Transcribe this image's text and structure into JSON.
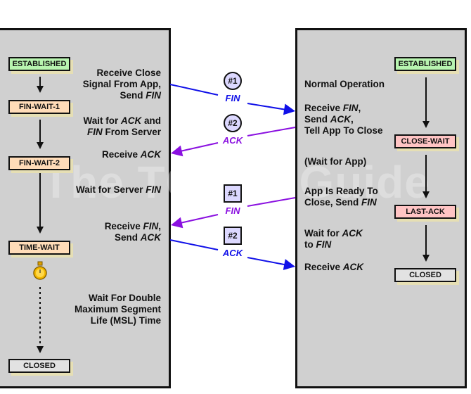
{
  "watermark": "The TCP/IP Guide",
  "colors": {
    "established": "#b8f4b0",
    "client_state": "#ffdcb8",
    "server_state": "#ffc4c4",
    "closed": "#e2e2e2",
    "fin_blue": "#1010e8",
    "ack_purple": "#8a10e0",
    "badge_fill": "#dcd8ff"
  },
  "client": {
    "states": [
      "ESTABLISHED",
      "FIN-WAIT-1",
      "FIN-WAIT-2",
      "TIME-WAIT",
      "CLOSED"
    ],
    "timer_icon": "stopwatch-icon",
    "labels": [
      [
        [
          [
            "Receive Close",
            0
          ]
        ],
        [
          [
            "Signal From App,",
            0
          ]
        ],
        [
          [
            "Send ",
            0
          ],
          [
            "FIN",
            1
          ]
        ]
      ],
      [
        [
          [
            "Wait for ",
            0
          ],
          [
            "ACK",
            1
          ],
          [
            " and",
            0
          ]
        ],
        [
          [
            "FIN",
            1
          ],
          [
            " From Server",
            0
          ]
        ]
      ],
      [
        [
          [
            "Receive ",
            0
          ],
          [
            "ACK",
            1
          ]
        ]
      ],
      [
        [
          [
            "Wait for Server ",
            0
          ],
          [
            "FIN",
            1
          ]
        ]
      ],
      [
        [
          [
            "Receive ",
            0
          ],
          [
            "FIN",
            1
          ],
          [
            ",",
            0
          ]
        ],
        [
          [
            "Send ",
            0
          ],
          [
            "ACK",
            1
          ]
        ]
      ],
      [
        [
          [
            "Wait For Double",
            0
          ]
        ],
        [
          [
            "Maximum Segment",
            0
          ]
        ],
        [
          [
            "Life (MSL) Time",
            0
          ]
        ]
      ]
    ]
  },
  "server": {
    "states": [
      "ESTABLISHED",
      "CLOSE-WAIT",
      "LAST-ACK",
      "CLOSED"
    ],
    "labels": [
      [
        [
          [
            "Normal Operation",
            0
          ]
        ]
      ],
      [
        [
          [
            "Receive ",
            0
          ],
          [
            "FIN",
            1
          ],
          [
            ",",
            0
          ]
        ],
        [
          [
            "Send ",
            0
          ],
          [
            "ACK",
            1
          ],
          [
            ",",
            0
          ]
        ],
        [
          [
            "Tell App To Close",
            0
          ]
        ]
      ],
      [
        [
          [
            "(Wait for App)",
            0
          ]
        ]
      ],
      [
        [
          [
            "App Is Ready To",
            0
          ]
        ],
        [
          [
            "Close, Send ",
            0
          ],
          [
            "FIN",
            1
          ]
        ]
      ],
      [
        [
          [
            "Wait for ",
            0
          ],
          [
            "ACK",
            1
          ]
        ],
        [
          [
            "to ",
            0
          ],
          [
            "FIN",
            1
          ]
        ]
      ],
      [
        [
          [
            "Receive ",
            0
          ],
          [
            "ACK",
            1
          ]
        ]
      ]
    ]
  },
  "messages": [
    {
      "badge": "#1",
      "shape": "circle",
      "type": "FIN",
      "direction": "client-to-server"
    },
    {
      "badge": "#2",
      "shape": "circle",
      "type": "ACK",
      "direction": "server-to-client"
    },
    {
      "badge": "#1",
      "shape": "square",
      "type": "FIN",
      "direction": "server-to-client"
    },
    {
      "badge": "#2",
      "shape": "square",
      "type": "ACK",
      "direction": "client-to-server"
    }
  ]
}
